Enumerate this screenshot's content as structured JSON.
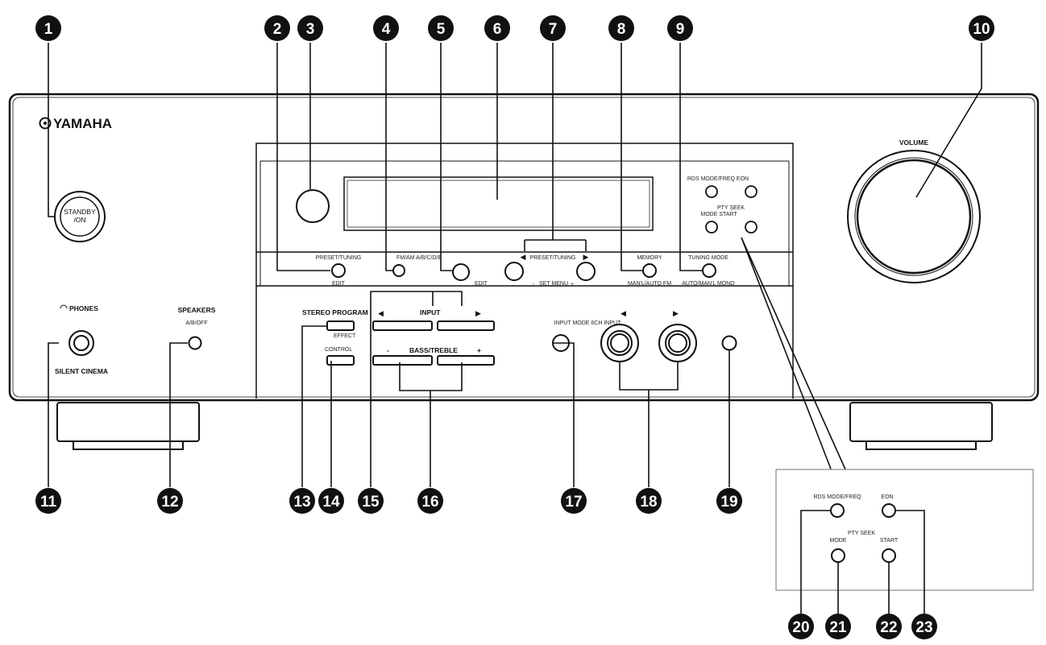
{
  "brand": "YAMAHA",
  "callouts": [
    "1",
    "2",
    "3",
    "4",
    "5",
    "6",
    "7",
    "8",
    "9",
    "10",
    "11",
    "12",
    "13",
    "14",
    "15",
    "16",
    "17",
    "18",
    "19",
    "20",
    "21",
    "22",
    "23"
  ],
  "controls": {
    "standby": "STANDBY\n/ON",
    "volume": "VOLUME",
    "phones": "PHONES",
    "silent_cinema": "SILENT CINEMA",
    "speakers": "SPEAKERS",
    "speakers_sub": "A/B/OFF",
    "preset_tuning": "PRESET/TUNING",
    "edit": "EDIT",
    "fm_am": "FM/AM A/B/C/D/E",
    "preset_tuning_arrows": "PRESET/TUNING",
    "set_menu": "SET MENU",
    "memory": "MEMORY",
    "memory_sub": "MAN'L/AUTO FM",
    "tuning_mode": "TUNING MODE",
    "tuning_mode_sub": "AUTO/MAN'L MONO",
    "rds_header": "RDS MODE/FREQ EON",
    "pty_seek_header": "PTY SEEK\nMODE START",
    "stereo_program": "STEREO PROGRAM",
    "input": "INPUT",
    "effect": "EFFECT",
    "control": "CONTROL",
    "bass_treble": "BASS/TREBLE",
    "minus": "-",
    "plus": "+",
    "input_mode_6ch": "INPUT MODE 6CH INPUT"
  },
  "inset": {
    "rds_mode_freq": "RDS MODE/FREQ",
    "eon": "EON",
    "pty_seek": "PTY SEEK",
    "mode": "MODE",
    "start": "START"
  }
}
